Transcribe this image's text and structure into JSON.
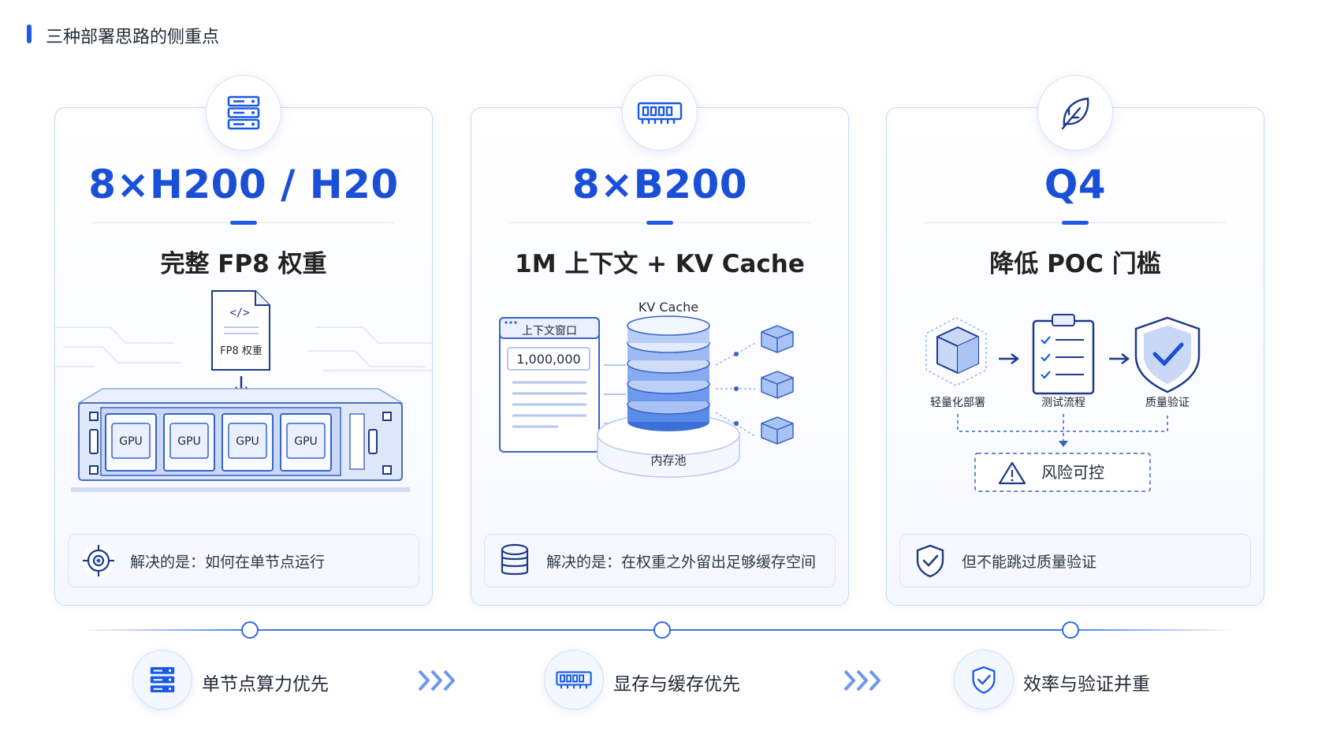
{
  "page": {
    "title": "三种部署思路的侧重点"
  },
  "cards": [
    {
      "badge_icon": "server-icon",
      "headline": "8×H200 / H20",
      "subtitle": "完整 FP8 权重",
      "illustration": {
        "file_label": "FP8 权重",
        "file_code_glyph": "</>",
        "gpu_labels": [
          "GPU",
          "GPU",
          "GPU",
          "GPU"
        ]
      },
      "footer": {
        "icon": "target-icon",
        "text": "解决的是：如何在单节点运行"
      }
    },
    {
      "badge_icon": "memory-module-icon",
      "headline": "8×B200",
      "subtitle": "1M 上下文 + KV Cache",
      "illustration": {
        "context_window_label": "上下文窗口",
        "context_value": "1,000,000",
        "kv_cache_label": "KV Cache",
        "memory_pool_label": "内存池"
      },
      "footer": {
        "icon": "database-icon",
        "text": "解决的是：在权重之外留出足够缓存空间"
      }
    },
    {
      "badge_icon": "leaf-icon",
      "headline": "Q4",
      "subtitle": "降低 POC 门槛",
      "illustration": {
        "step_labels": [
          "轻量化部署",
          "测试流程",
          "质量验证"
        ],
        "risk_label": "风险可控"
      },
      "footer": {
        "icon": "shield-check-icon",
        "text": "但不能跳过质量验证"
      }
    }
  ],
  "bottom": [
    {
      "icon": "server-icon",
      "label": "单节点算力优先"
    },
    {
      "icon": "memory-module-icon",
      "label": "显存与缓存优先"
    },
    {
      "icon": "shield-check-icon",
      "label": "效率与验证并重"
    }
  ],
  "colors": {
    "accent": "#1a5ae6",
    "headline": "#1a4fd8",
    "border": "#c9d7f7"
  }
}
